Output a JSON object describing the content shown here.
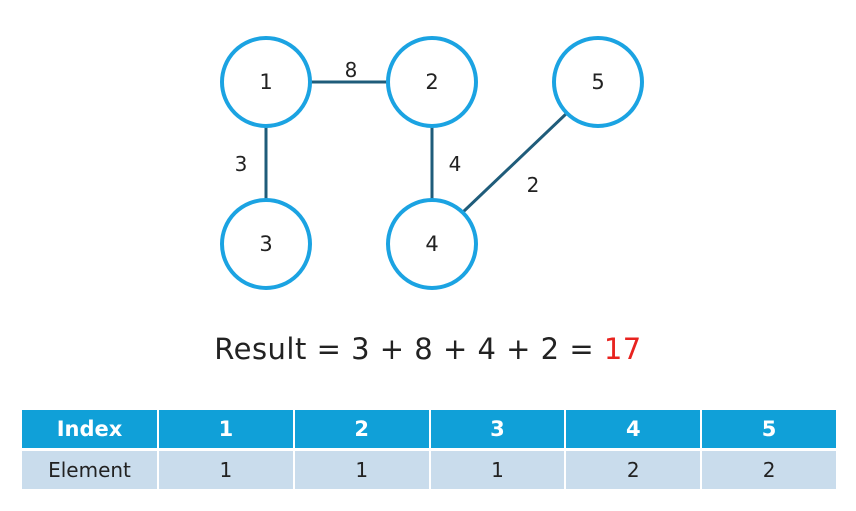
{
  "graph": {
    "nodes": [
      {
        "id": 1,
        "label": "1"
      },
      {
        "id": 2,
        "label": "2"
      },
      {
        "id": 3,
        "label": "3"
      },
      {
        "id": 4,
        "label": "4"
      },
      {
        "id": 5,
        "label": "5"
      }
    ],
    "edges": [
      {
        "from": 1,
        "to": 2,
        "weight": "8"
      },
      {
        "from": 1,
        "to": 3,
        "weight": "3"
      },
      {
        "from": 2,
        "to": 4,
        "weight": "4"
      },
      {
        "from": 4,
        "to": 5,
        "weight": "2"
      }
    ],
    "colors": {
      "node_stroke": "#1ba3e2",
      "edge": "#1f5c7a"
    }
  },
  "result": {
    "prefix": "Result = 3 + 8 + 4 + 2 = ",
    "total": "17",
    "total_color": "#e8231f"
  },
  "table": {
    "header_label": "Index",
    "row_label": "Element",
    "indices": [
      "1",
      "2",
      "3",
      "4",
      "5"
    ],
    "elements": [
      "1",
      "1",
      "1",
      "2",
      "2"
    ],
    "header_color": "#10a0d8",
    "row_color": "#c9dcec"
  }
}
